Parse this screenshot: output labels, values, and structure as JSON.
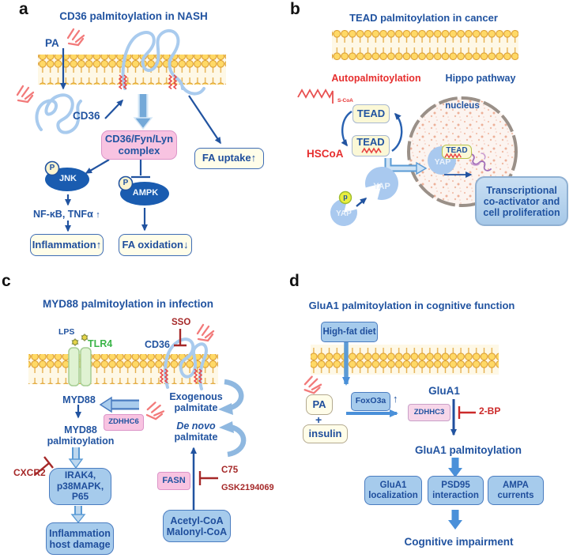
{
  "colors": {
    "navy": "#2153A0",
    "bright_red": "#E62E2E",
    "dark_red": "#A52828",
    "green": "#3CB54A",
    "membrane_yellow": "#FFD966",
    "yellow_box": "#FFFDE9",
    "pink_box": "#F8C3E1",
    "blue_box": "#A6CBEC",
    "protein_blue": "#A9CBEE",
    "kinase_ellipse_blue": "#1A5CB0"
  },
  "panel_a": {
    "label": "a",
    "title": "CD36 palmitoylation in NASH",
    "pa": "PA",
    "cd36": "CD36",
    "complex_line1": "CD36/Fyn/Lyn",
    "complex_line2": "complex",
    "fa_uptake": "FA uptake↑",
    "p": "P",
    "jnk": "JNK",
    "ampk": "AMPK",
    "nfkb_tnfa": "NF-κB,  TNFα",
    "up_arrow": "↑",
    "inflammation": "Inflammation↑",
    "fa_oxidation": "FA oxidation↓"
  },
  "panel_b": {
    "label": "b",
    "title": "TEAD palmitoylation in cancer",
    "autopalmitoylation": "Autopalmitoylation",
    "hippo_pathway": "Hippo pathway",
    "s_coa": "S-CoA",
    "tead_top": "TEAD",
    "tead_bottom": "TEAD",
    "hscoa": "HSCoA",
    "nucleus": "nucleus",
    "tead_nucleus": "TEAD",
    "yap_nucleus": "YAP",
    "yap": "YAP",
    "yap_phospho": "YAP",
    "p": "p",
    "transcript_line1": "Transcriptional",
    "transcript_line2": "co-activator and",
    "transcript_line3": "cell proliferation"
  },
  "panel_c": {
    "label": "c",
    "title": "MYD88 palmitoylation in infection",
    "lps": "LPS",
    "tlr4": "TLR4",
    "cd36": "CD36",
    "sso": "SSO",
    "myd88": "MYD88",
    "zdhhc6": "ZDHHC6",
    "myd88_palm_line1": "MYD88",
    "myd88_palm_line2": "palmitoylation",
    "exo_line1": "Exogenous",
    "exo_line2": "palmitate",
    "denovo_line1": "De novo",
    "denovo_line2": "palmitate",
    "cxcr2": "CXCR2",
    "irak_line1": "IRAK4,",
    "irak_line2": "p38MAPK,",
    "irak_line3": "P65",
    "fasn": "FASN",
    "c75": "C75",
    "gsk": "GSK2194069",
    "acetyl_line1": "Acetyl-CoA",
    "acetyl_line2": "Malonyl-CoA",
    "inflam_line1": "Inflammation",
    "inflam_line2": "host damage"
  },
  "panel_d": {
    "label": "d",
    "title": "GluA1 palmitoylation in cognitive function",
    "high_fat_diet": "High-fat diet",
    "pa": "PA",
    "plus": "+",
    "insulin": "insulin",
    "foxo3a": "FoxO3a",
    "foxo3a_arrow": "↑",
    "glua1": "GluA1",
    "zdhhc3": "ZDHHC3",
    "bp2": "2-BP",
    "glua1_palm": "GluA1 palmitoylation",
    "box1_line1": "GluA1",
    "box1_line2": "localization",
    "box2_line1": "PSD95",
    "box2_line2": "interaction",
    "box3_line1": "AMPA",
    "box3_line2": "currents",
    "cognitive": "Cognitive impairment"
  }
}
